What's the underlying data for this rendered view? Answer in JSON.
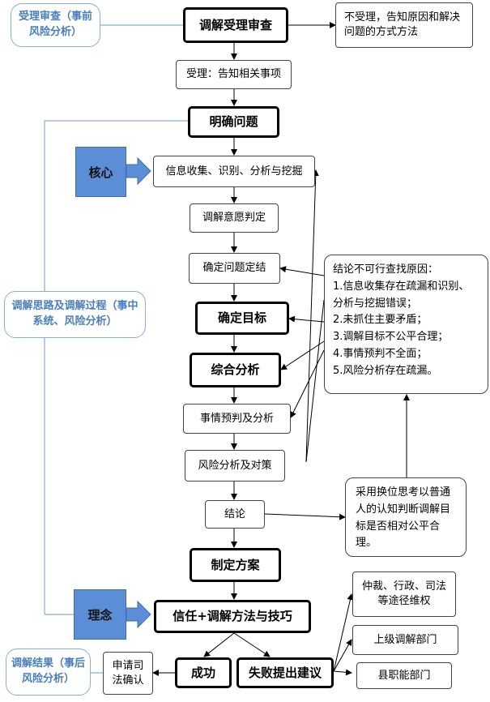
{
  "nodes": {
    "accept_review": "调解受理审查",
    "reject": "不受理，告知原因和解决问题的方式方法",
    "accept": "受理：告知相关事项",
    "clarify": "明确问题",
    "collect": "信息收集、识别、分析与挖掘",
    "willingness": "调解意愿判定",
    "nature": "确定问题定结",
    "goal": "确定目标",
    "comprehensive": "综合分析",
    "forecast": "事情预判及分析",
    "risk": "风险分析及对策",
    "conclusion": "结论",
    "plan": "制定方案",
    "trust": "信任+调解方法与技巧",
    "success": "成功",
    "judicial": "申请司法确认",
    "fail": "失败提出建议",
    "arbitration": "仲裁、行政、司法等途径维权",
    "higher": "上级调解部门",
    "county": "县职能部门"
  },
  "notes": {
    "pre_review": "受理审查（事前风险分析）",
    "process": "调解思路及调解过程（事中系统、风险分析）",
    "result": "调解结果（事后风险分析）",
    "core": "核心",
    "concept": "理念",
    "reasons_title": "结论不可行查找原因：",
    "reasons": [
      "1.信息收集存在疏漏和识别、分析与挖掘错误；",
      "2.未抓住主要矛盾；",
      "3.调解目标不公平合理；",
      "4.事情预判不全面；",
      "5.风险分析存在疏漏。"
    ],
    "perspective": "采用换位思考以普通人的认知判断调解目标是否相对公平合理。"
  }
}
